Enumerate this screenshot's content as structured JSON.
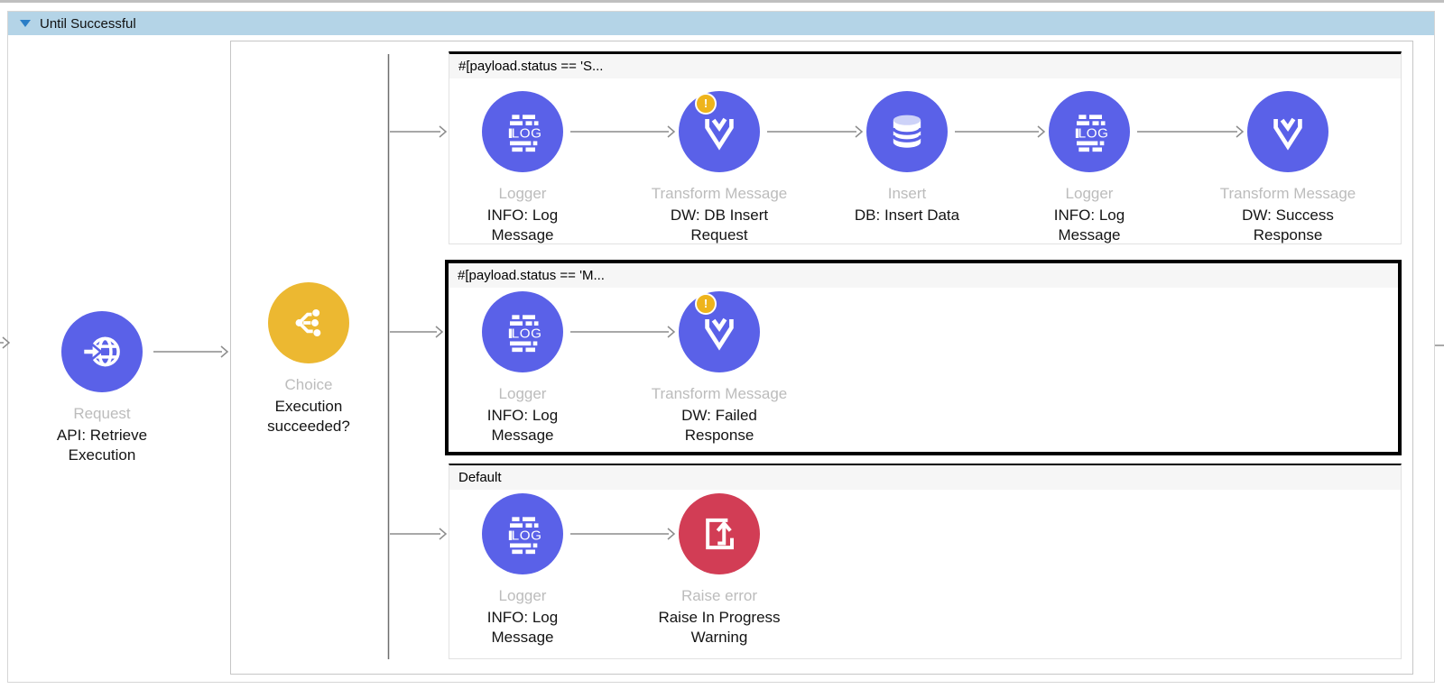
{
  "scope": {
    "title": "Until Successful",
    "collapse_icon": "triangle-down-icon",
    "header_bg": "#b4d4e7"
  },
  "entry_node": {
    "type_label": "Request",
    "name": "API: Retrieve\nExecution",
    "icon": "http-request-icon",
    "color": "#5a61e8"
  },
  "router_node": {
    "type_label": "Choice",
    "name": "Execution\nsucceeded?",
    "icon": "choice-icon",
    "color": "#ecb831"
  },
  "branches": [
    {
      "condition": "#[payload.status == 'S...",
      "selected": false,
      "nodes": [
        {
          "type_label": "Logger",
          "name": "INFO: Log\nMessage",
          "icon": "logger-icon",
          "color": "#5a61e8",
          "warning": false
        },
        {
          "type_label": "Transform Message",
          "name": "DW: DB Insert\nRequest",
          "icon": "dataweave-icon",
          "color": "#5a61e8",
          "warning": true
        },
        {
          "type_label": "Insert",
          "name": "DB: Insert Data",
          "icon": "database-icon",
          "color": "#5a61e8",
          "warning": false
        },
        {
          "type_label": "Logger",
          "name": "INFO: Log\nMessage",
          "icon": "logger-icon",
          "color": "#5a61e8",
          "warning": false
        },
        {
          "type_label": "Transform Message",
          "name": "DW: Success\nResponse",
          "icon": "dataweave-icon",
          "color": "#5a61e8",
          "warning": false
        }
      ]
    },
    {
      "condition": "#[payload.status == 'M...",
      "selected": true,
      "nodes": [
        {
          "type_label": "Logger",
          "name": "INFO: Log\nMessage",
          "icon": "logger-icon",
          "color": "#5a61e8",
          "warning": false
        },
        {
          "type_label": "Transform Message",
          "name": "DW: Failed\nResponse",
          "icon": "dataweave-icon",
          "color": "#5a61e8",
          "warning": true
        }
      ]
    },
    {
      "condition": "Default",
      "selected": false,
      "nodes": [
        {
          "type_label": "Logger",
          "name": "INFO: Log\nMessage",
          "icon": "logger-icon",
          "color": "#5a61e8",
          "warning": false
        },
        {
          "type_label": "Raise error",
          "name": "Raise In Progress\nWarning",
          "icon": "raise-error-icon",
          "color": "#d23d55",
          "warning": false
        }
      ]
    }
  ],
  "badge": {
    "symbol": "!",
    "color": "#eeb41c"
  },
  "colors": {
    "node_blue": "#5a61e8",
    "choice_yellow": "#ecb831",
    "error_red": "#d23d55",
    "warning_yellow": "#eeb41c",
    "connector_gray": "#8c8c8c",
    "scope_header_blue": "#b4d4e7"
  }
}
